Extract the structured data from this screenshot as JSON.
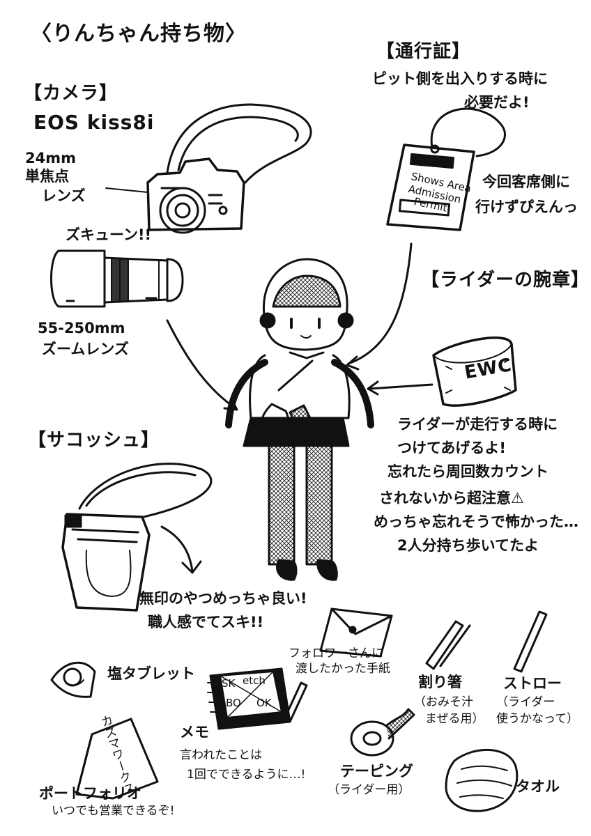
{
  "page": {
    "title": "〈りんちゃん持ち物〉"
  },
  "camera": {
    "heading": "【カメラ】",
    "model": "EOS kiss8i",
    "lens_note": [
      "24mm",
      "単焦点",
      "レンズ"
    ],
    "zoom_sfx": "ズキューン!!",
    "zoom_lens": [
      "55-250mm",
      "ズームレンズ"
    ]
  },
  "pass": {
    "heading": "【通行証】",
    "note": [
      "ピット側を出入りする時に",
      "必要だよ!"
    ],
    "card_text": [
      "Shows Area",
      "Admission",
      "Permit"
    ],
    "remark": [
      "今回客席側に",
      "行けずぴえんっ"
    ]
  },
  "armband": {
    "heading": "【ライダーの腕章】",
    "label": "EWC",
    "note": [
      "ライダーが走行する時に",
      "つけてあげるよ!",
      "忘れたら周回数カウント",
      "されないから超注意⚠",
      "めっちゃ忘れそうで怖かった…",
      "2人分持ち歩いてたよ"
    ]
  },
  "sacoche": {
    "heading": "【サコッシュ】",
    "note": [
      "無印のやつめっちゃ良い!",
      "職人感でてスキ!!"
    ]
  },
  "items": {
    "letter": [
      "フォロワーさんに",
      "渡したかった手紙"
    ],
    "salt": "塩タブレット",
    "sketchbook_cover": [
      "SK",
      "etch",
      "BO",
      "OK"
    ],
    "memo": [
      "メモ",
      "言われたことは",
      "1回でできるように…!"
    ],
    "chopsticks": [
      "割り箸",
      "（おみそ汁",
      "まぜる用）"
    ],
    "straw": [
      "ストロー",
      "（ライダー",
      "使うかなって）"
    ],
    "portfolio_cover": "カズマワークス",
    "portfolio": [
      "ポートフォリオ",
      "いつでも営業できるぞ!"
    ],
    "taping": [
      "テーピング",
      "（ライダー用）"
    ],
    "towel": "タオル"
  },
  "colors": {
    "ink": "#111111",
    "paper": "#ffffff",
    "tone": "#bdbdbd"
  }
}
